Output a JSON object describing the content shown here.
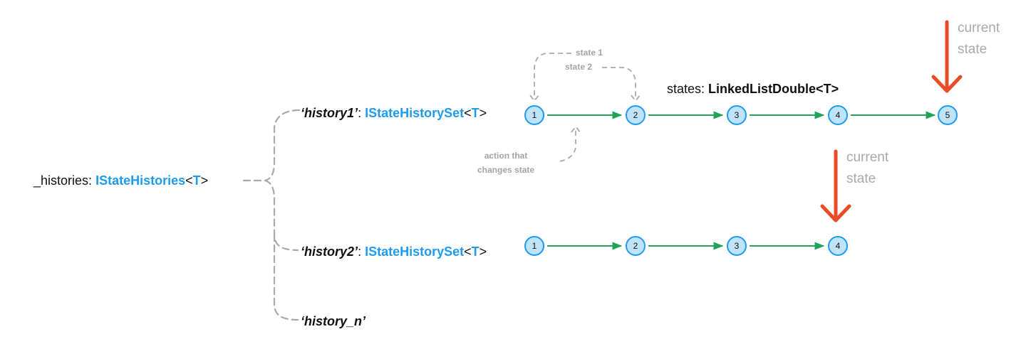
{
  "root": {
    "name": "_histories",
    "colon": ":",
    "type": "IStateHistories",
    "lt": "<",
    "generic": "T",
    "gt": ">"
  },
  "histories": [
    {
      "quote_open": "‘",
      "key": "history1",
      "quote_close": "’",
      "colon": ":",
      "type": "IStateHistorySet",
      "lt": "<",
      "generic": "T",
      "gt": ">",
      "nodes": [
        "1",
        "2",
        "3",
        "4",
        "5"
      ]
    },
    {
      "quote_open": "‘",
      "key": "history2",
      "quote_close": "’",
      "colon": ":",
      "type": "IStateHistorySet",
      "lt": "<",
      "generic": "T",
      "gt": ">",
      "nodes": [
        "1",
        "2",
        "3",
        "4"
      ]
    },
    {
      "quote_open": "‘",
      "key": "history_n",
      "quote_close": "’"
    }
  ],
  "states_label": {
    "prefix": "states: ",
    "type": "LinkedListDouble",
    "lt": "<",
    "generic": "T",
    "gt": ">"
  },
  "annotations": {
    "state1": "state 1",
    "state2": "state 2",
    "action": "action that\nchanges state",
    "current_state_1": "current\nstate",
    "current_state_2": "current\nstate"
  },
  "colors": {
    "link_blue": "#1e9bf0",
    "node_fill": "#bfe3f8",
    "arrow_green": "#22a35a",
    "pointer_red": "#ea4a25",
    "dash_grey": "#a9a9a9"
  }
}
